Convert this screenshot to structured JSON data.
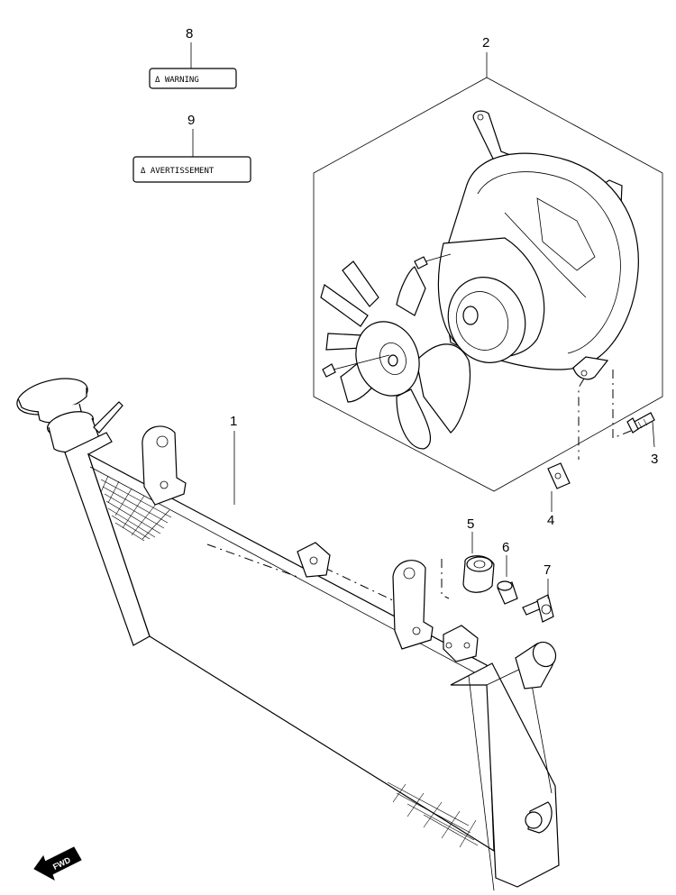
{
  "callouts": [
    {
      "id": "1",
      "label": "1",
      "part": "radiator"
    },
    {
      "id": "2",
      "label": "2",
      "part": "cooling fan assembly"
    },
    {
      "id": "3",
      "label": "3",
      "part": "bolt"
    },
    {
      "id": "4",
      "label": "4",
      "part": "nut clip"
    },
    {
      "id": "5",
      "label": "5",
      "part": "cushion"
    },
    {
      "id": "6",
      "label": "6",
      "part": "collar"
    },
    {
      "id": "7",
      "label": "7",
      "part": "bolt"
    },
    {
      "id": "8",
      "label": "8",
      "part": "warning label"
    },
    {
      "id": "9",
      "label": "9",
      "part": "warning label"
    }
  ],
  "decals": {
    "label_8_text": "Δ WARNING",
    "label_9_text": "Δ AVERTISSEMENT"
  },
  "direction_badge": "FWD",
  "colors": {
    "line": "#000000",
    "background": "#ffffff"
  }
}
